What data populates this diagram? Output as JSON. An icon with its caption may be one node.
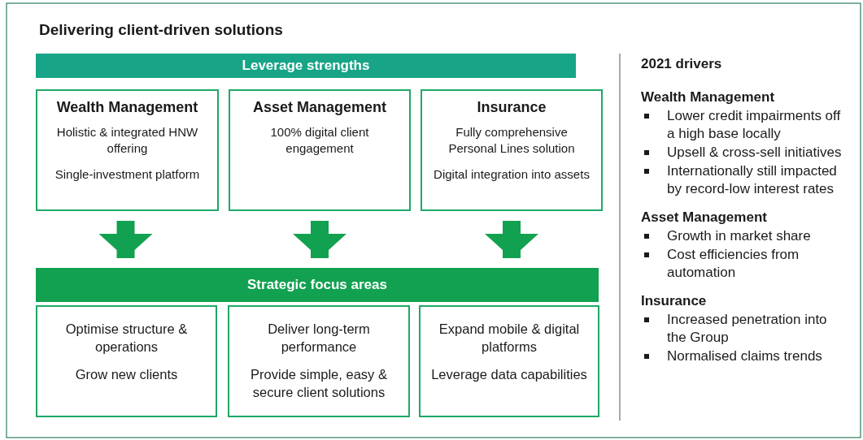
{
  "diagram": {
    "title": "Delivering client-driven solutions",
    "nodes": [
      {
        "text": [
          "Leverage strengths"
        ]
      },
      {
        "text": [
          "Wealth Management",
          "Holistic & integrated HNW offering",
          "Single-investment platform"
        ]
      },
      {
        "text": [
          "Asset Management",
          "100% digital client engagement"
        ]
      },
      {
        "text": [
          "Insurance",
          "Fully comprehensive Personal Lines solution",
          "Digital integration into assets"
        ]
      },
      {
        "text": [
          "Strategic focus areas"
        ]
      },
      {
        "text": [
          "Optimise structure & operations",
          "Grow new clients"
        ]
      },
      {
        "text": [
          "Deliver long-term performance",
          "Provide simple, easy & secure client solutions"
        ]
      },
      {
        "text": [
          "Expand mobile & digital platforms",
          "Leverage data capabilities"
        ]
      }
    ],
    "edges": [
      {
        "from": 1,
        "to": 4,
        "arrow": "to"
      },
      {
        "from": 2,
        "to": 4,
        "arrow": "to"
      },
      {
        "from": 3,
        "to": 4,
        "arrow": "to"
      }
    ],
    "labels": [
      "2021 drivers",
      "Wealth Management",
      "Lower credit impairments off a high base locally",
      "Upsell & cross-sell initiatives",
      "Internationally still impacted by record-low interest rates",
      "Asset Management",
      "Growth in market share",
      "Cost efficiencies from automation",
      "Insurance",
      "Increased penetration into the Group",
      "Normalised claims trends"
    ]
  }
}
